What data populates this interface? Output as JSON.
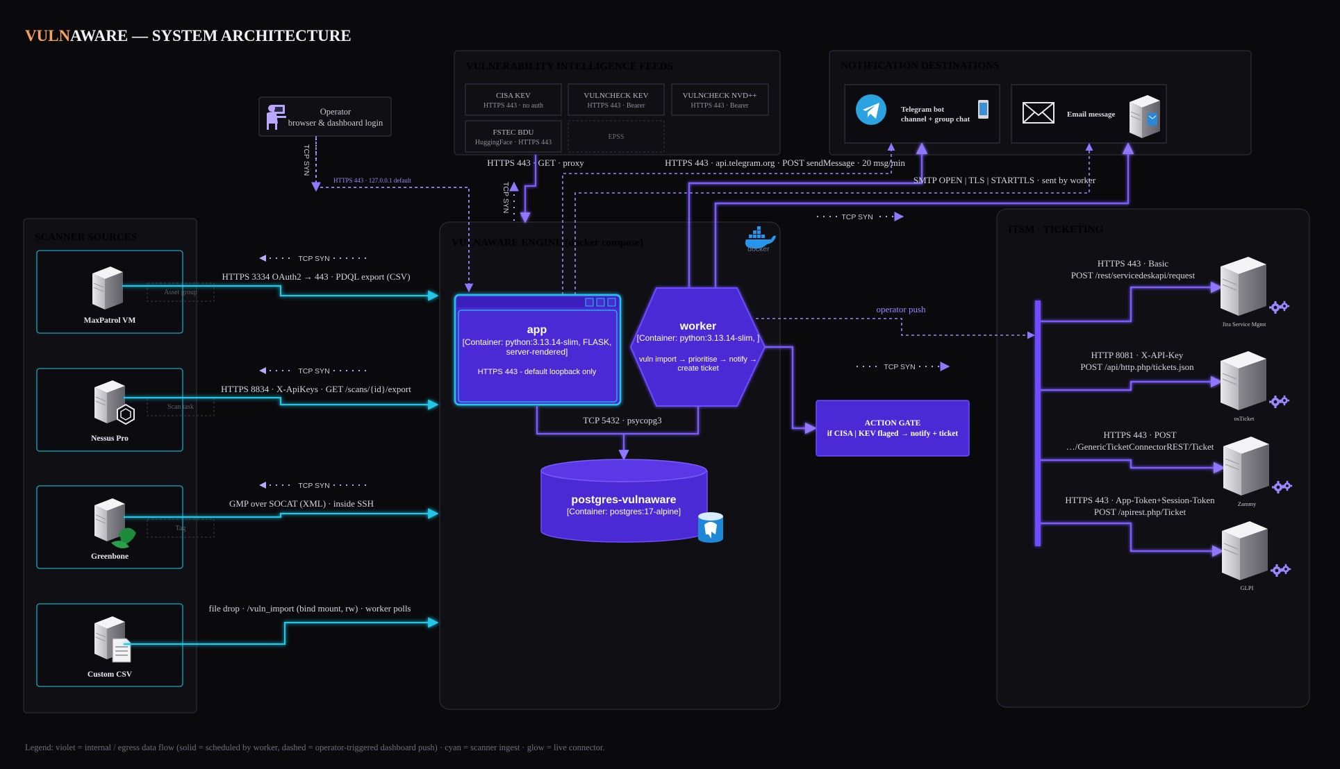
{
  "title": {
    "accent": "VULN",
    "rest": "AWARE — SYSTEM ARCHITECTURE"
  },
  "colors": {
    "violet": "#6d4dff",
    "violet_light": "#9b87ff",
    "cyan": "#22c8e8",
    "accent": "#f5a25a",
    "bg": "#0a0a0d",
    "panel": "#0f0f14",
    "node": "#4a2ad4"
  },
  "feeds": {
    "title": "VULNERABILITY INTELLIGENCE FEEDS",
    "items": [
      {
        "name": "CISA KEV",
        "detail": "HTTPS 443 · no auth"
      },
      {
        "name": "VULNCHECK KEV",
        "detail": "HTTPS 443 · Bearer"
      },
      {
        "name": "VULNCHECK NVD++",
        "detail": "HTTPS 443 · Bearer"
      },
      {
        "name": "FSTEC BDU",
        "detail": "HuggingFace · HTTPS 443"
      },
      {
        "name": "EPSS",
        "detail": ""
      }
    ],
    "link": "HTTPS 443 · GET · proxy"
  },
  "notifications": {
    "title": "NOTIFICATION DESTINATIONS",
    "telegram": {
      "line1": "Telegram bot",
      "line2": "channel + group chat"
    },
    "email": {
      "label": "Email message"
    },
    "telegram_link": "HTTPS 443 · api.telegram.org · POST sendMessage · 20 msg/min",
    "smtp_link": "SMTP OPEN | TLS | STARTTLS · sent by worker"
  },
  "operator": {
    "line1": "Operator",
    "line2": "browser & dashboard login",
    "tcp": "TCP SYN",
    "link": "HTTPS 443 · 127.0.0.1 default"
  },
  "feeds_tcp": "TCP SYN",
  "scanners": {
    "title": "SCANNER SOURCES",
    "items": [
      {
        "name": "MaxPatrol VM",
        "tag": "Asset group",
        "link": "HTTPS 3334 OAuth2 → 443 · PDQL export (CSV)",
        "tcp": "TCP SYN"
      },
      {
        "name": "Nessus Pro",
        "tag": "Scan task",
        "link": "HTTPS 8834 · X-ApiKeys · GET /scans/{id}/export",
        "tcp": "TCP SYN"
      },
      {
        "name": "Greenbone",
        "tag": "Tag",
        "link": "GMP over SOCAT (XML) · inside SSH",
        "tcp": "TCP SYN"
      },
      {
        "name": "Custom CSV",
        "tag": "",
        "link": "file drop · /vuln_import (bind mount, rw) · worker polls",
        "tcp": ""
      }
    ]
  },
  "engine": {
    "title": "VULNAWARE ENGINE (docker compose)",
    "docker": "docker",
    "app": {
      "name": "app",
      "container": "[Container: python:3.13.14-slim, FLASK, server-rendered]",
      "note": "HTTPS 443 - default loopback only"
    },
    "worker": {
      "name": "worker",
      "container": "[Container: python:3.13.14-slim, ]",
      "note": "vuln import → prioritise → notify → create ticket"
    },
    "db_link": "TCP 5432 · psycopg3",
    "db": {
      "name": "postgres-vulnaware",
      "container": "[Container: postgres:17-alpine]"
    },
    "tcp_top": "TCP SYN"
  },
  "gate": {
    "line1": "ACTION GATE",
    "line2": "if CISA | KEV flaged → notify + ticket"
  },
  "operator_push": "operator push",
  "gate_tcp": "TCP SYN",
  "itsm": {
    "title": "ITSM · TICKETING",
    "items": [
      {
        "name": "Jira Service Mgmt",
        "line1": "HTTPS 443 · Basic",
        "line2": "POST /rest/servicedeskapi/request"
      },
      {
        "name": "osTicket",
        "line1": "HTTP 8081 · X-API-Key",
        "line2": "POST /api/http.php/tickets.json"
      },
      {
        "name": "Zammy",
        "line1": "HTTPS 443 · POST",
        "line2": "…/GenericTicketConnectorREST/Ticket"
      },
      {
        "name": "GLPI",
        "line1": "HTTPS 443 · App-Token+Session-Token",
        "line2": "POST /apirest.php/Ticket"
      }
    ]
  },
  "legend": "Legend: violet = internal / egress data flow (solid = scheduled by worker, dashed = operator-triggered dashboard push) · cyan = scanner ingest · glow = live connector."
}
